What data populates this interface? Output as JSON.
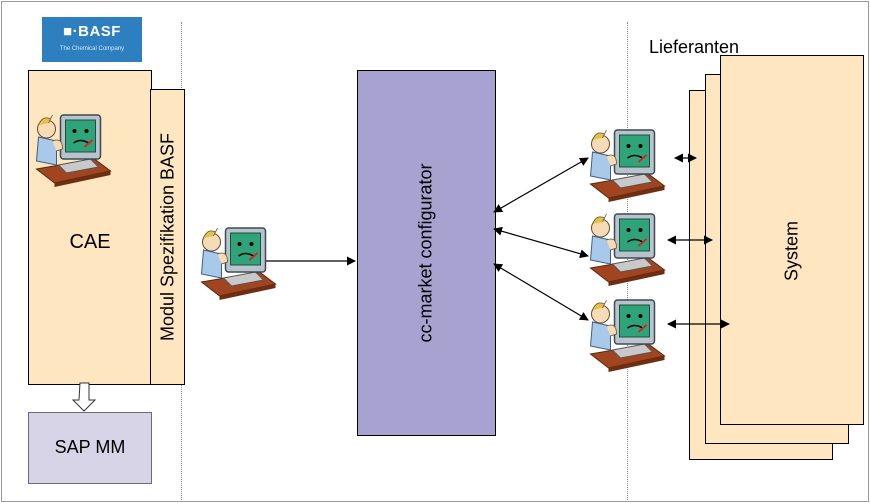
{
  "logo": {
    "name": "BASF",
    "tagline": "The Chemical Company",
    "color": "#2d7fc0"
  },
  "left": {
    "cae_label": "CAE",
    "module_label": "Modul Spezifikation BASF",
    "sap_label": "SAP MM"
  },
  "center": {
    "configurator_label": "cc-market configurator"
  },
  "right": {
    "suppliers_label": "Lieferanten",
    "system_label": "System"
  },
  "icons": {
    "computer": "computer-user-icon",
    "computer_count": 5
  },
  "colors": {
    "peach": "#fde6c0",
    "lavender": "#a8a2d0",
    "sap_fill": "#d8d4e8",
    "logo_blue": "#2d7fc0"
  }
}
